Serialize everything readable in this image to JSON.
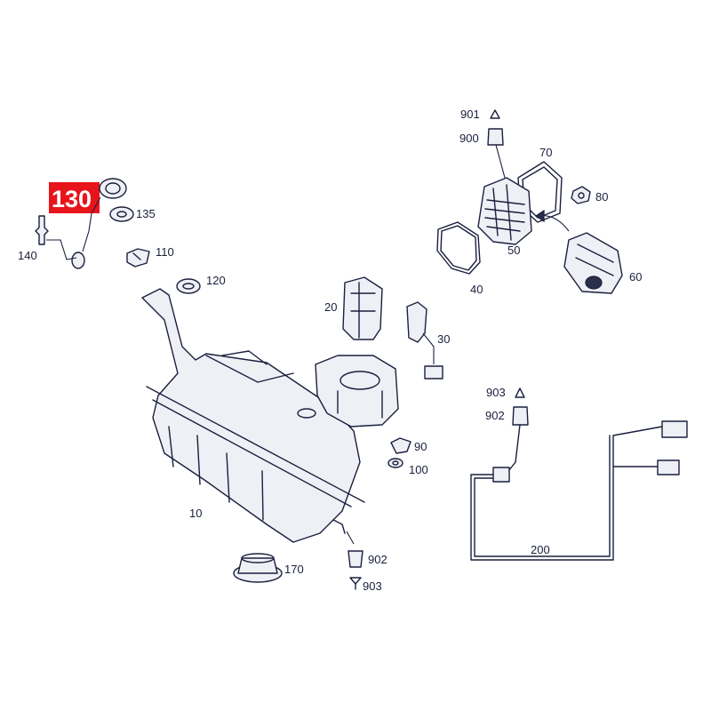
{
  "highlight": {
    "label": "130",
    "color": "#e8141c"
  },
  "colors": {
    "line": "#1a1f3d",
    "background": "#ffffff"
  },
  "labels": {
    "l10": "10",
    "l20": "20",
    "l30": "30",
    "l40": "40",
    "l50": "50",
    "l60": "60",
    "l70": "70",
    "l80": "80",
    "l90": "90",
    "l100": "100",
    "l110": "110",
    "l120": "120",
    "l135": "135",
    "l140": "140",
    "l170": "170",
    "l200": "200",
    "l900": "900",
    "l901": "901",
    "l902a": "902",
    "l902b": "902",
    "l903a": "903",
    "l903b": "903"
  }
}
